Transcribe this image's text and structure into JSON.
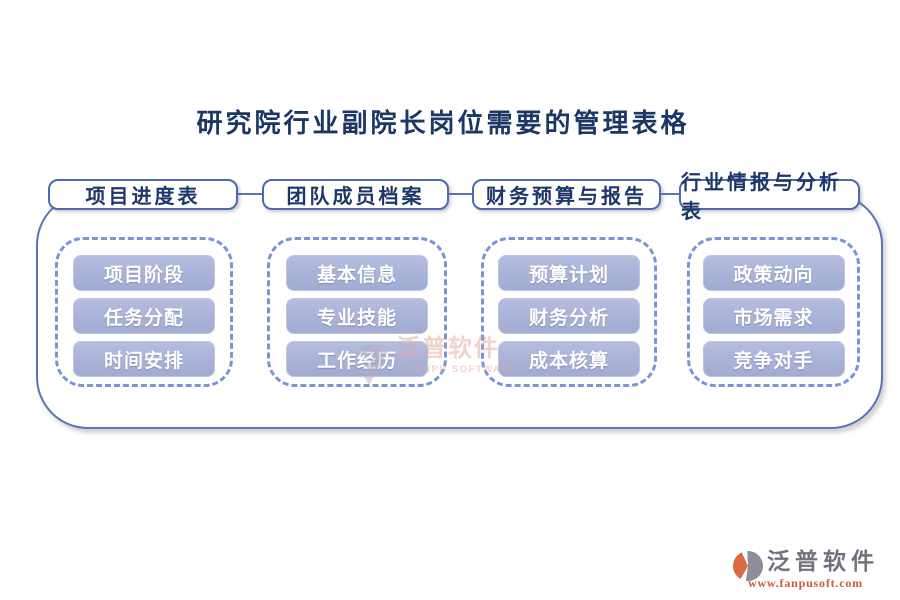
{
  "title": "研究院行业副院长岗位需要的管理表格",
  "columns": [
    {
      "header": "项目进度表",
      "items": [
        "项目阶段",
        "任务分配",
        "时间安排"
      ]
    },
    {
      "header": "团队成员档案",
      "items": [
        "基本信息",
        "专业技能",
        "工作经历"
      ]
    },
    {
      "header": "财务预算与报告",
      "items": [
        "预算计划",
        "财务分析",
        "成本核算"
      ]
    },
    {
      "header": "行业情报与分析表",
      "items": [
        "政策动向",
        "市场需求",
        "竞争对手"
      ]
    }
  ],
  "watermark": {
    "text": "泛普软件",
    "subtext": "FANPU SOFTWARE"
  },
  "footer_logo": {
    "name": "泛普软件",
    "url": "www.fanpusoft.com"
  },
  "colors": {
    "title_text": "#1c3766",
    "header_text": "#1d3868",
    "header_border": "#4c69b2",
    "container_border": "#5b74b8",
    "group_dash": "#7a95d6",
    "pill_fill": "#a9b2d7",
    "pill_text": "#ffffff",
    "watermark_pink": "#e2a89f",
    "watermark_gray": "#b5aec0",
    "logo_orange": "#d96a42",
    "logo_gray": "#8e8e9a",
    "logo_text_gray": "#72727e",
    "url_orange": "#cf5a36"
  }
}
